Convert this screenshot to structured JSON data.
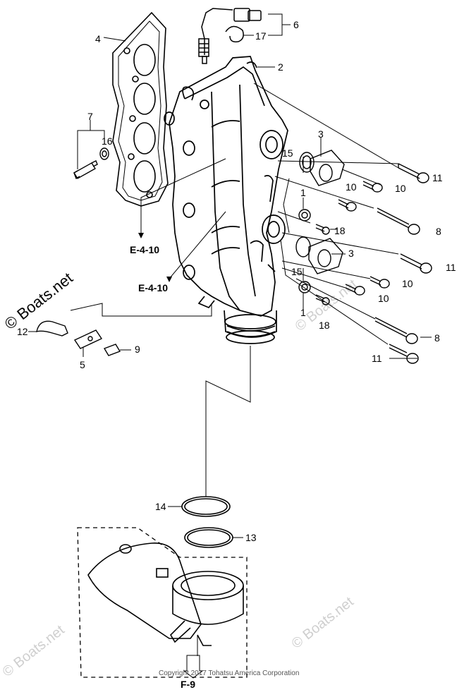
{
  "diagram": {
    "callouts": [
      {
        "id": "c4",
        "text": "4"
      },
      {
        "id": "c6",
        "text": "6"
      },
      {
        "id": "c17",
        "text": "17"
      },
      {
        "id": "c2",
        "text": "2"
      },
      {
        "id": "c7",
        "text": "7"
      },
      {
        "id": "c16",
        "text": "16"
      },
      {
        "id": "c3a",
        "text": "3"
      },
      {
        "id": "c15a",
        "text": "15"
      },
      {
        "id": "c11a",
        "text": "11"
      },
      {
        "id": "c10a",
        "text": "10"
      },
      {
        "id": "c10b",
        "text": "10"
      },
      {
        "id": "c1a",
        "text": "1"
      },
      {
        "id": "c18a",
        "text": "18"
      },
      {
        "id": "c8a",
        "text": "8"
      },
      {
        "id": "c3b",
        "text": "3"
      },
      {
        "id": "c11b",
        "text": "11"
      },
      {
        "id": "c15b",
        "text": "15"
      },
      {
        "id": "c10c",
        "text": "10"
      },
      {
        "id": "c10d",
        "text": "10"
      },
      {
        "id": "c1b",
        "text": "1"
      },
      {
        "id": "c18b",
        "text": "18"
      },
      {
        "id": "c8b",
        "text": "8"
      },
      {
        "id": "c11c",
        "text": "11"
      },
      {
        "id": "c12",
        "text": "12"
      },
      {
        "id": "c9",
        "text": "9"
      },
      {
        "id": "c5",
        "text": "5"
      },
      {
        "id": "c14",
        "text": "14"
      },
      {
        "id": "c13",
        "text": "13"
      }
    ],
    "refs": {
      "e410_a": "E-4-10",
      "e410_b": "E-4-10",
      "f9": "F-9"
    },
    "watermark_main": "© Boats.net",
    "watermark_faint": "© Boats.net",
    "copyright": "Copyright 2017 Tohatsu America Corporation"
  }
}
